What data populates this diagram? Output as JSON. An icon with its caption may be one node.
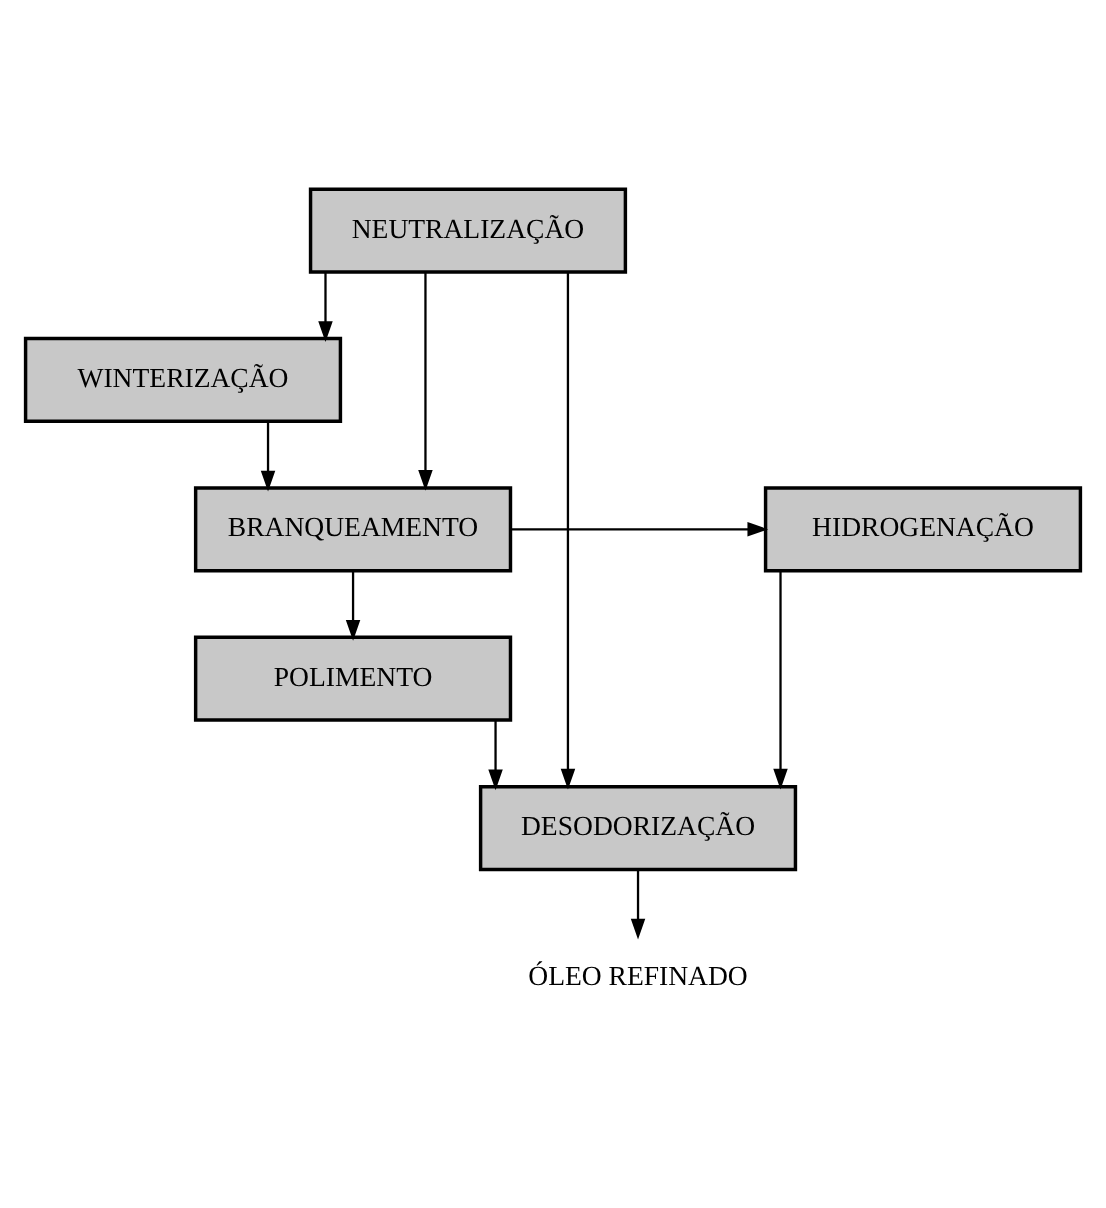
{
  "diagram": {
    "nodes": [
      {
        "text": [
          "NEUTRALIZAÇÃO"
        ]
      },
      {
        "text": [
          "WINTERIZAÇÃO"
        ]
      },
      {
        "text": [
          "HIDROGENAÇÃO"
        ]
      },
      {
        "text": [
          "BRANQUEAMENTO"
        ]
      },
      {
        "text": [
          "POLIMENTO"
        ]
      },
      {
        "text": [
          "DESODORIZAÇÃO"
        ]
      },
      {
        "text": [
          "ÓLEO REFINADO"
        ]
      }
    ],
    "edges": [
      {
        "from": 0,
        "to": 1,
        "arrow": "to"
      },
      {
        "from": 1,
        "to": 3,
        "arrow": "to"
      },
      {
        "from": 0,
        "to": 3,
        "arrow": "to"
      },
      {
        "from": 3,
        "to": 2,
        "arrow": "to"
      },
      {
        "from": 3,
        "to": 4,
        "arrow": "to"
      },
      {
        "from": 4,
        "to": 5,
        "arrow": "to"
      },
      {
        "from": 2,
        "to": 5,
        "arrow": "to"
      },
      {
        "from": 0,
        "to": 5,
        "arrow": "to"
      },
      {
        "from": 5,
        "to": 6,
        "arrow": "to"
      }
    ]
  }
}
